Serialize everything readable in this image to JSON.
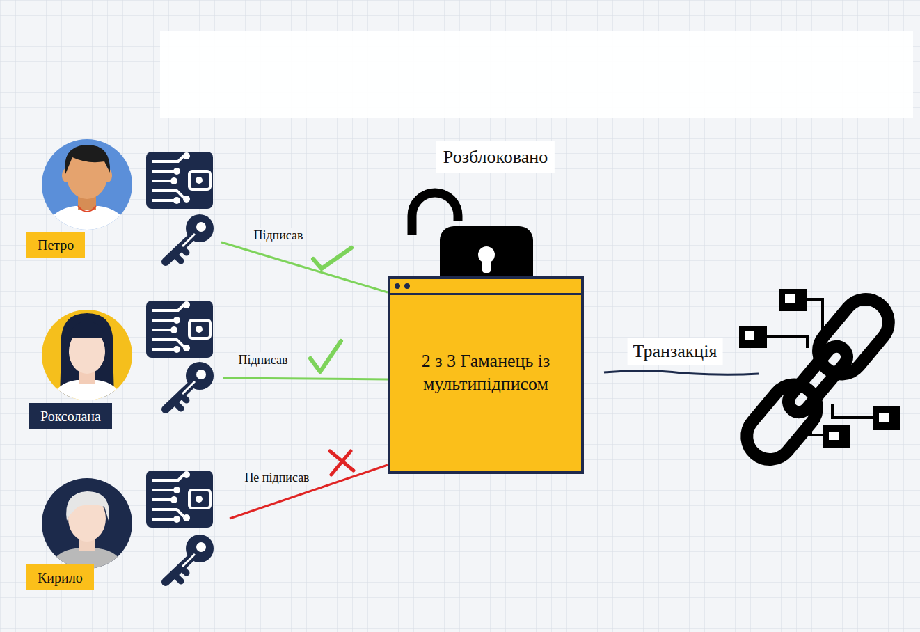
{
  "diagram": {
    "nodes": [
      {
        "text": [
          "Петро"
        ]
      },
      {
        "text": [
          "Роксолана"
        ]
      },
      {
        "text": [
          "Кирило"
        ]
      },
      {
        "text": [
          "2 з 3 Гаманець із мультипідписом"
        ]
      }
    ],
    "edges": [
      {
        "from": 0,
        "to": 3,
        "label": "Підписав",
        "arrow": "none"
      },
      {
        "from": 1,
        "to": 3,
        "label": "Підписав",
        "arrow": "none"
      },
      {
        "from": 2,
        "to": 3,
        "label": "Не підписав",
        "arrow": "none"
      }
    ],
    "labels": [
      "Розблоковано",
      "Транзакція"
    ]
  }
}
